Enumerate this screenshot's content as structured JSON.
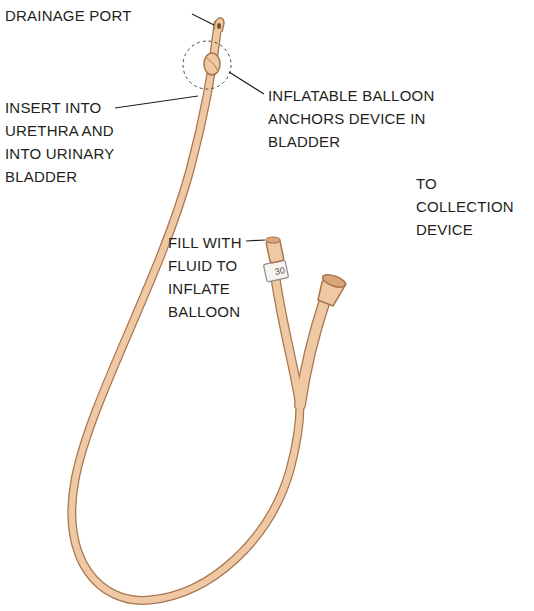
{
  "diagram": {
    "labels": [
      "DRAINAGE PORT",
      "INSERT INTO URETHRA AND INTO URINARY BLADDER",
      "INFLATABLE BALLOON ANCHORS DEVICE IN BLADDER",
      "TO COLLECTION DEVICE",
      "FILL WITH FLUID TO INFLATE BALLOON",
      "30"
    ]
  }
}
